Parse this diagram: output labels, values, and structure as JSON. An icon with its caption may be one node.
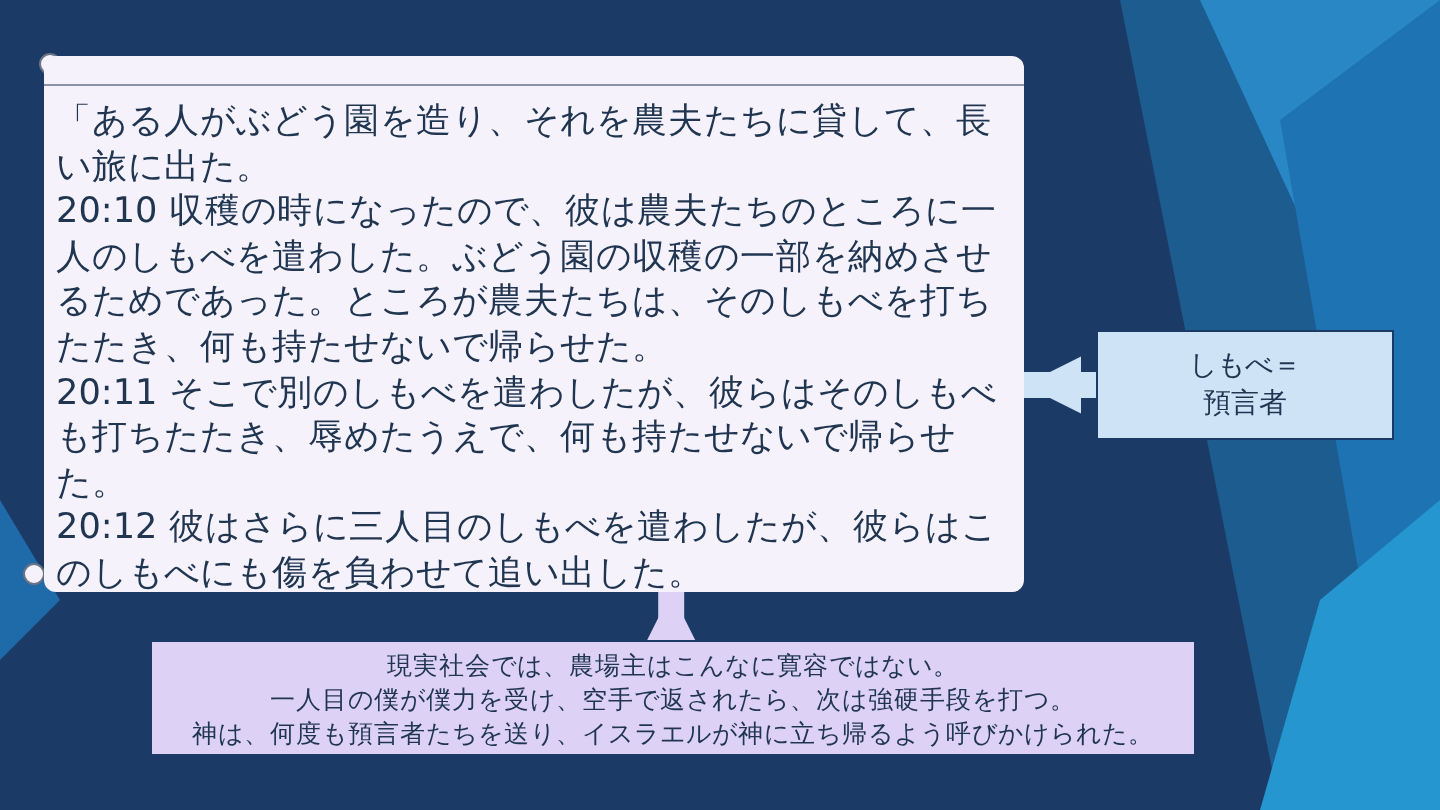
{
  "diagram": {
    "nodes": [
      {
        "text": [
          "「ある人がぶどう園を造り、それを農夫たちに貸して、長い旅に出た。",
          "20:10 収穫の時になったので、彼は農夫たちのところに一人のしもべを遣わした。ぶどう園の収穫の一部を納めさせるためであった。ところが農夫たちは、そのしもべを打ちたたき、何も持たせないで帰らせた。",
          "20:11 そこで別のしもべを遣わしたが、彼らはそのしもべも打ちたたき、辱めたうえで、何も持たせないで帰らせた。",
          "20:12 彼はさらに三人目のしもべを遣わしたが、彼らはこのしもべにも傷を負わせて追い出した。"
        ]
      },
      {
        "text": [
          "しもべ＝預言者"
        ]
      },
      {
        "text": [
          "現実社会では、農場主はこんなに寛容ではない。",
          "一人目の僕が僕力を受け、空手で返されたら、次は強硬手段を打つ。",
          "神は、何度も預言者たちを送り、イスラエルが神に立ち帰るよう呼びかけられた。"
        ]
      }
    ],
    "edges": [
      {
        "from": 1,
        "to": 0,
        "arrow": "to"
      },
      {
        "from": 2,
        "to": 0,
        "arrow": "to"
      }
    ]
  }
}
